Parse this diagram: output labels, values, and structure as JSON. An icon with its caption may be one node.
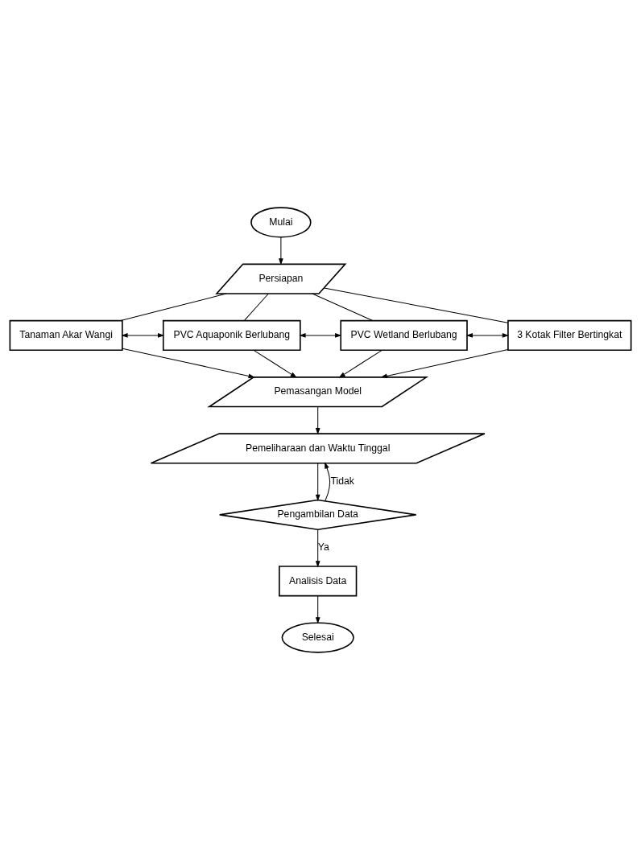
{
  "diagram": {
    "nodes": [
      {
        "text": [
          "Mulai"
        ]
      },
      {
        "text": [
          "Persiapan"
        ]
      },
      {
        "text": [
          "Tanaman Akar Wangi"
        ]
      },
      {
        "text": [
          "PVC Aquaponik Berlubang"
        ]
      },
      {
        "text": [
          "PVC Wetland Berlubang"
        ]
      },
      {
        "text": [
          "3 Kotak Filter Bertingkat"
        ]
      },
      {
        "text": [
          "Pemasangan Model"
        ]
      },
      {
        "text": [
          "Pemeliharaan dan Waktu Tinggal"
        ]
      },
      {
        "text": [
          "Pengambilan Data"
        ]
      },
      {
        "text": [
          "Analisis Data"
        ]
      },
      {
        "text": [
          "Selesai"
        ]
      }
    ],
    "edges": [
      {
        "from": 0,
        "to": 1,
        "arrow": "to"
      },
      {
        "from": 1,
        "to": 2,
        "arrow": "none"
      },
      {
        "from": 1,
        "to": 3,
        "arrow": "none"
      },
      {
        "from": 1,
        "to": 4,
        "arrow": "none"
      },
      {
        "from": 1,
        "to": 5,
        "arrow": "none"
      },
      {
        "from": 2,
        "to": 3,
        "arrow": "both"
      },
      {
        "from": 3,
        "to": 4,
        "arrow": "both"
      },
      {
        "from": 4,
        "to": 5,
        "arrow": "both"
      },
      {
        "from": 2,
        "to": 6,
        "arrow": "to"
      },
      {
        "from": 3,
        "to": 6,
        "arrow": "to"
      },
      {
        "from": 4,
        "to": 6,
        "arrow": "to"
      },
      {
        "from": 5,
        "to": 6,
        "arrow": "to"
      },
      {
        "from": 6,
        "to": 7,
        "arrow": "to"
      },
      {
        "from": 7,
        "to": 8,
        "arrow": "to"
      },
      {
        "from": 8,
        "to": 7,
        "arrow": "to",
        "label": "Tidak"
      },
      {
        "from": 8,
        "to": 9,
        "arrow": "to",
        "label": "Ya"
      },
      {
        "from": 9,
        "to": 10,
        "arrow": "to"
      }
    ]
  }
}
